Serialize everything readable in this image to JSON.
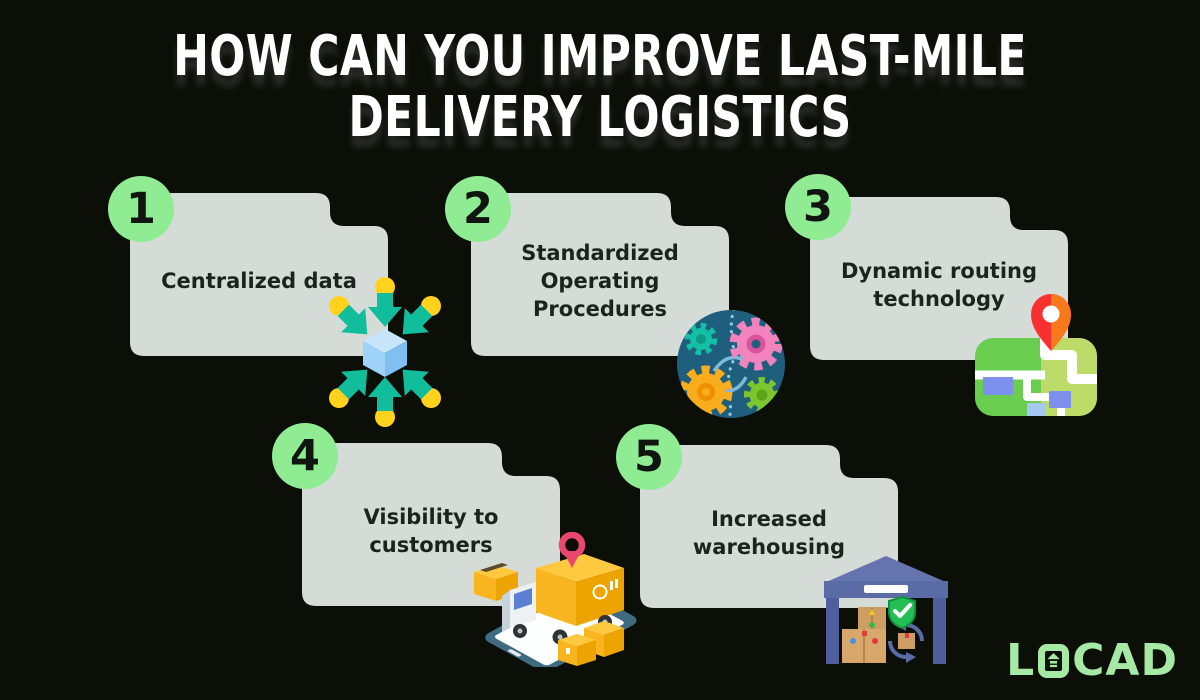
{
  "title": {
    "line1": "HOW CAN YOU IMPROVE LAST-MILE",
    "line2": "DELIVERY LOGISTICS"
  },
  "cards": [
    {
      "number": "1",
      "label": "Centralized data",
      "lines": [
        "Centralized data"
      ],
      "icon": "centralized-data-arrows-cube"
    },
    {
      "number": "2",
      "label": "Standardized Operating Procedures",
      "lines": [
        "Standardized",
        "Operating Procedures"
      ],
      "icon": "gears-in-circle"
    },
    {
      "number": "3",
      "label": "Dynamic routing technology",
      "lines": [
        "Dynamic routing",
        "technology"
      ],
      "icon": "map-with-location-pin"
    },
    {
      "number": "4",
      "label": "Visibility to customers",
      "lines": [
        "Visibility to",
        "customers"
      ],
      "icon": "delivery-truck-on-phone"
    },
    {
      "number": "5",
      "label": "Increased warehousing",
      "lines": [
        "Increased",
        "warehousing"
      ],
      "icon": "warehouse-canopy-with-boxes"
    }
  ],
  "logo": {
    "text": "LOCAD",
    "part1": "L",
    "part2": "CAD",
    "o_symbol": "up-arrow-in-rounded-square"
  },
  "colors": {
    "background": "#0C0E08",
    "card": "#D5DCD8",
    "badge_green": "#8FEC92",
    "title_text": "#FFFFFF",
    "card_text": "#1B231F",
    "logo_green": "#A6E9A4"
  }
}
